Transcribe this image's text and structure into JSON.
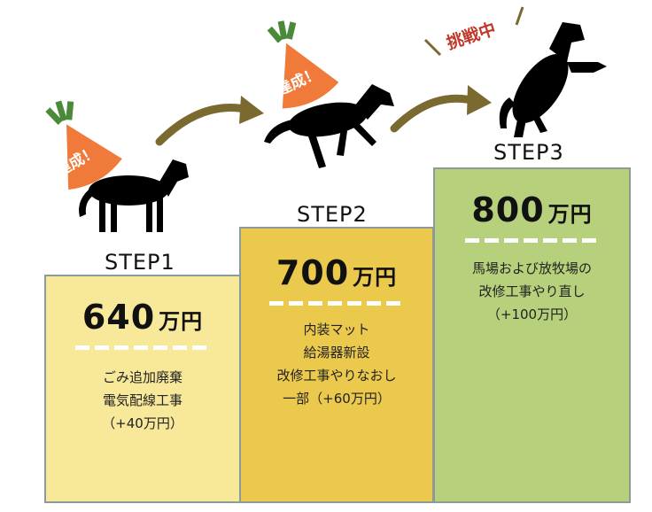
{
  "steps": [
    {
      "label": "STEP1",
      "amount": "640",
      "unit": "万円",
      "desc": [
        "ごみ追加廃棄",
        "電気配線工事",
        "（+40万円）"
      ],
      "badge": "達成！",
      "color": "#f7e89a"
    },
    {
      "label": "STEP2",
      "amount": "700",
      "unit": "万円",
      "desc": [
        "内装マット",
        "給湯器新設",
        "改修工事やりなおし",
        "一部（+60万円）"
      ],
      "badge": "達成！",
      "color": "#ebc94c"
    },
    {
      "label": "STEP3",
      "amount": "800",
      "unit": "万円",
      "desc": [
        "馬場および放牧場の",
        "改修工事やり直し",
        "（+100万円）"
      ],
      "badge": "挑戦中",
      "color": "#b6d07b"
    }
  ],
  "colors": {
    "arrow": "#7b6a30",
    "carrot": "#f07a3a",
    "leaf": "#4a8a3a",
    "challenge": "#c0392b"
  }
}
